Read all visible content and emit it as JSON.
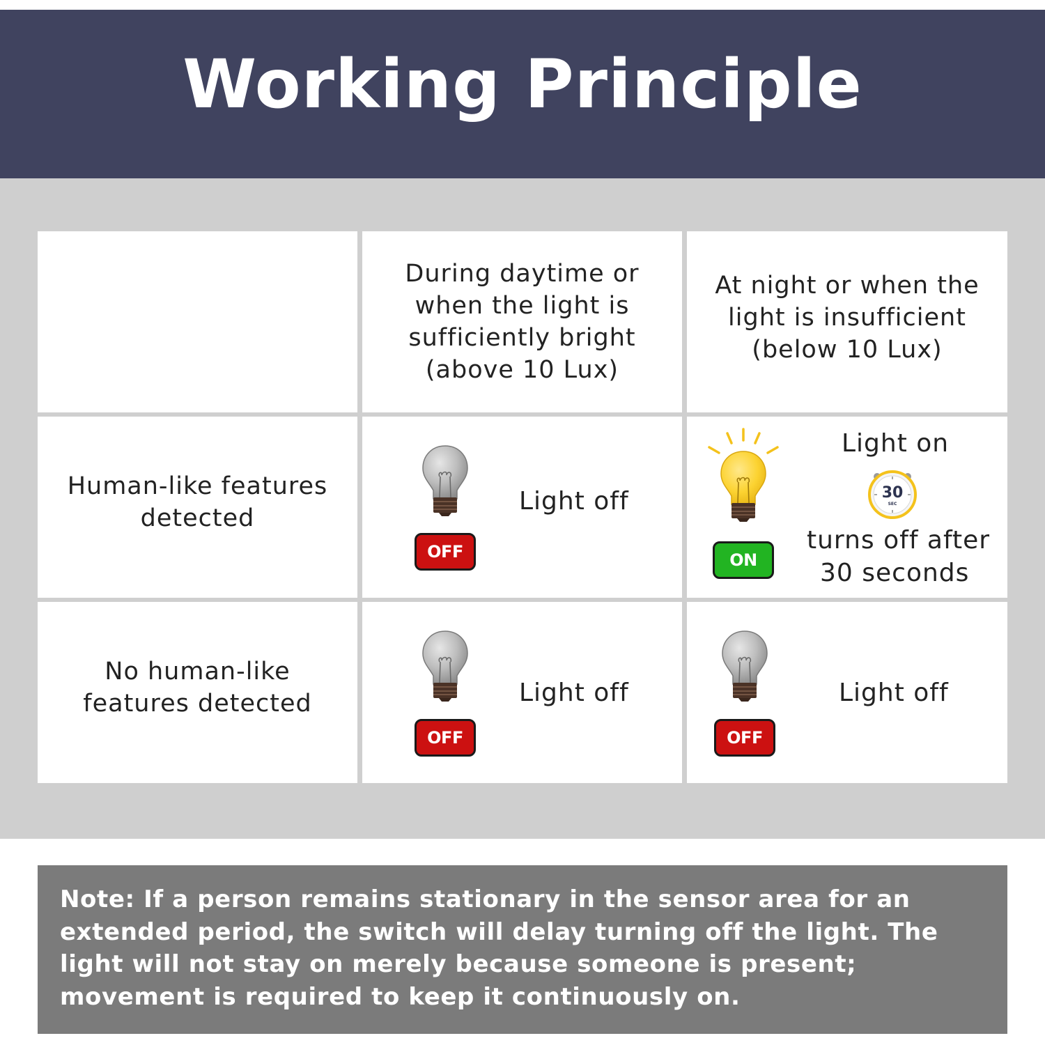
{
  "title": "Working Principle",
  "table": {
    "headers": [
      "",
      "During daytime or\nwhen the light is\nsufficiently bright\n(above 10 Lux)",
      "At night or when the\nlight is insufficient\n(below 10 Lux)"
    ],
    "rows": [
      {
        "label": "Human-like features\ndetected",
        "day": {
          "status": "Light off",
          "badge": "OFF"
        },
        "night": {
          "status": "Light on",
          "timer_value": "30",
          "timer_unit": "SEC",
          "note_line1": "turns off after",
          "note_line2": "30 seconds",
          "badge": "ON"
        }
      },
      {
        "label": "No human-like\nfeatures detected",
        "day": {
          "status": "Light off",
          "badge": "OFF"
        },
        "night": {
          "status": "Light off",
          "badge": "OFF"
        }
      }
    ]
  },
  "note": "Note: If a person remains stationary in the sensor area for an extended period, the switch will delay turning off the light. The light will not stay on merely because someone is present; movement is required to keep it continuously on.",
  "icons": {
    "bulb_off": "light-bulb-off-icon",
    "bulb_on": "light-bulb-on-icon",
    "timer": "stopwatch-icon"
  },
  "colors": {
    "header_bg": "#40435f",
    "band_bg": "#cfcfcf",
    "note_bg": "#7b7b7b",
    "off_badge": "#cc1111",
    "on_badge": "#22b422",
    "bulb_on": "#fcd332"
  }
}
